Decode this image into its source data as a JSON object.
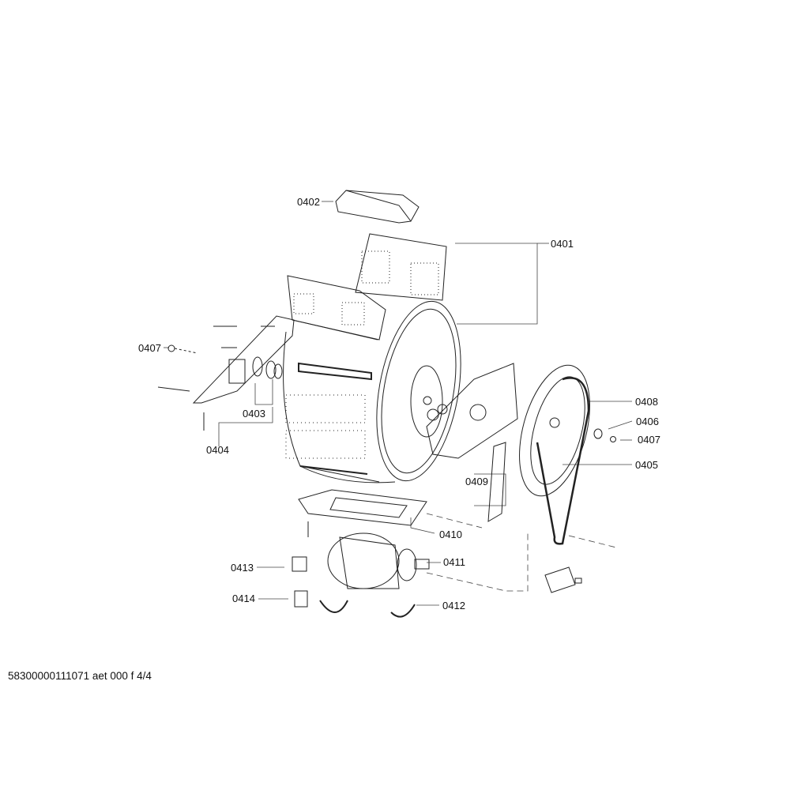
{
  "diagram": {
    "part_labels": {
      "p0401": "0401",
      "p0402": "0402",
      "p0403": "0403",
      "p0404": "0404",
      "p0405": "0405",
      "p0406": "0406",
      "p0407a": "0407",
      "p0407b": "0407",
      "p0408": "0408",
      "p0409": "0409",
      "p0410": "0410",
      "p0411": "0411",
      "p0412": "0412",
      "p0413": "0413",
      "p0414": "0414"
    },
    "footer": "58300000111071 aet 000 f 4/4"
  }
}
